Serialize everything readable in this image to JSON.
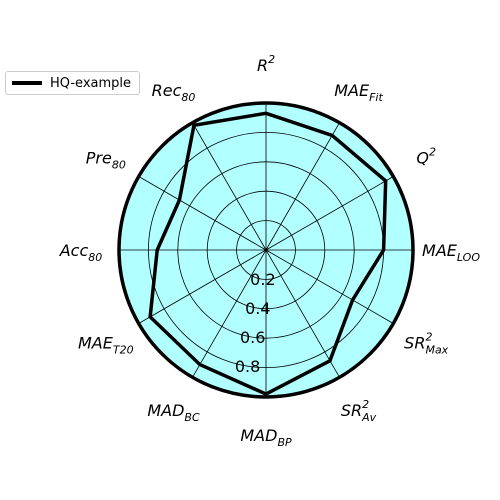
{
  "chart_data": {
    "type": "radar",
    "axes": [
      {
        "base": "R",
        "sup": "2",
        "sub": ""
      },
      {
        "base": "MAE",
        "sup": "",
        "sub": "Fit"
      },
      {
        "base": "Q",
        "sup": "2",
        "sub": ""
      },
      {
        "base": "MAE",
        "sup": "",
        "sub": "LOO"
      },
      {
        "base": "SR",
        "sup": "2",
        "sub": "Max"
      },
      {
        "base": "SR",
        "sup": "2",
        "sub": "Av"
      },
      {
        "base": "MAD",
        "sup": "",
        "sub": "BP"
      },
      {
        "base": "MAD",
        "sup": "",
        "sub": "BC"
      },
      {
        "base": "MAE",
        "sup": "",
        "sub": "T20"
      },
      {
        "base": "Acc",
        "sup": "",
        "sub": "80"
      },
      {
        "base": "Pre",
        "sup": "",
        "sub": "80"
      },
      {
        "base": "Rec",
        "sup": "",
        "sub": "80"
      }
    ],
    "radial_ticks": [
      "0.2",
      "0.4",
      "0.6",
      "0.8"
    ],
    "rlim": [
      0,
      1
    ],
    "grid": true,
    "legend_position": "top-left",
    "series": [
      {
        "name": "HQ-example",
        "values": [
          0.93,
          0.9,
          0.94,
          0.8,
          0.68,
          0.87,
          0.98,
          0.9,
          0.91,
          0.74,
          0.68,
          0.98
        ]
      }
    ],
    "colors": {
      "fill": "#b2ffff",
      "line": "#000000",
      "grid": "#000000"
    }
  },
  "legend": {
    "label": "HQ-example"
  }
}
